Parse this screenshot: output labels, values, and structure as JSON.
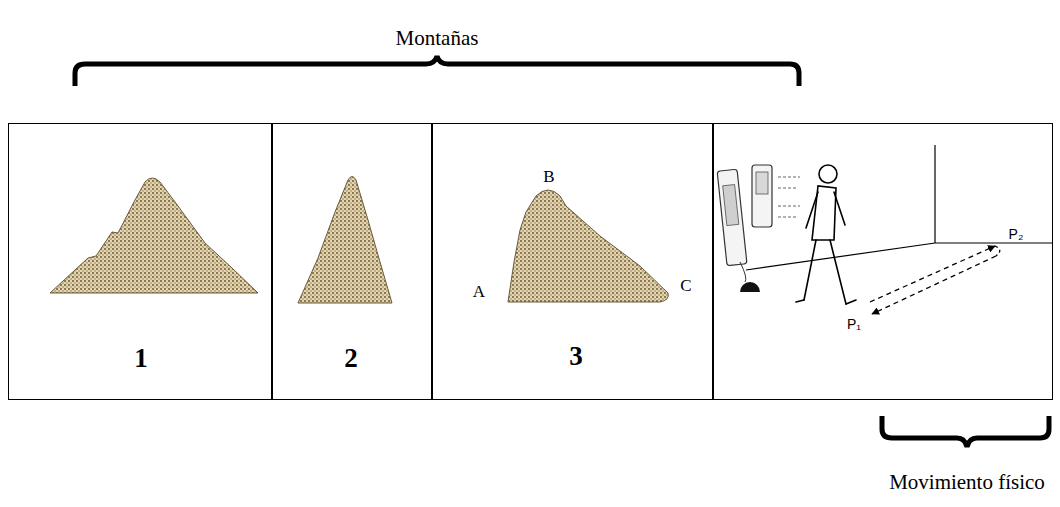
{
  "diagram": {
    "nodes": [
      {
        "text": [
          "1"
        ]
      },
      {
        "text": [
          "2"
        ]
      },
      {
        "text": [
          "B",
          "A",
          "C",
          "3"
        ]
      },
      {
        "text": [
          "P₂",
          "P₁"
        ]
      }
    ],
    "labels": [
      "Montañas",
      "Movimiento físico"
    ]
  }
}
